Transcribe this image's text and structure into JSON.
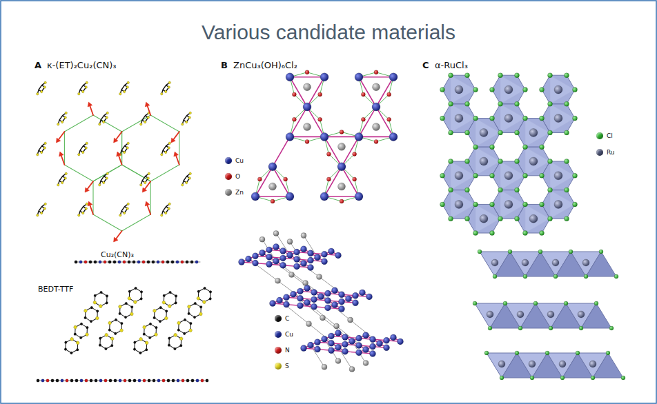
{
  "diagram": {
    "title": "Various candidate materials",
    "labels": [
      "A",
      "κ-(ET)₂Cu₂(CN)₃",
      "B",
      "ZnCu₃(OH)₆Cl₂",
      "C",
      "α-RuCl₃",
      "Cu₂(CN)₃",
      "BEDT-TTF"
    ],
    "legend": [
      {
        "text": "C",
        "color": "#111111"
      },
      {
        "text": "Cu",
        "color": "#1f2d9e"
      },
      {
        "text": "N",
        "color": "#d01818"
      },
      {
        "text": "S",
        "color": "#e6d820"
      },
      {
        "text": "Cu",
        "color": "#1f2d9e"
      },
      {
        "text": "O",
        "color": "#cc1414"
      },
      {
        "text": "Zn",
        "color": "#8c8c8c"
      },
      {
        "text": "Cl",
        "color": "#2fb52f"
      },
      {
        "text": "Ru",
        "color": "#4e5679"
      }
    ]
  }
}
